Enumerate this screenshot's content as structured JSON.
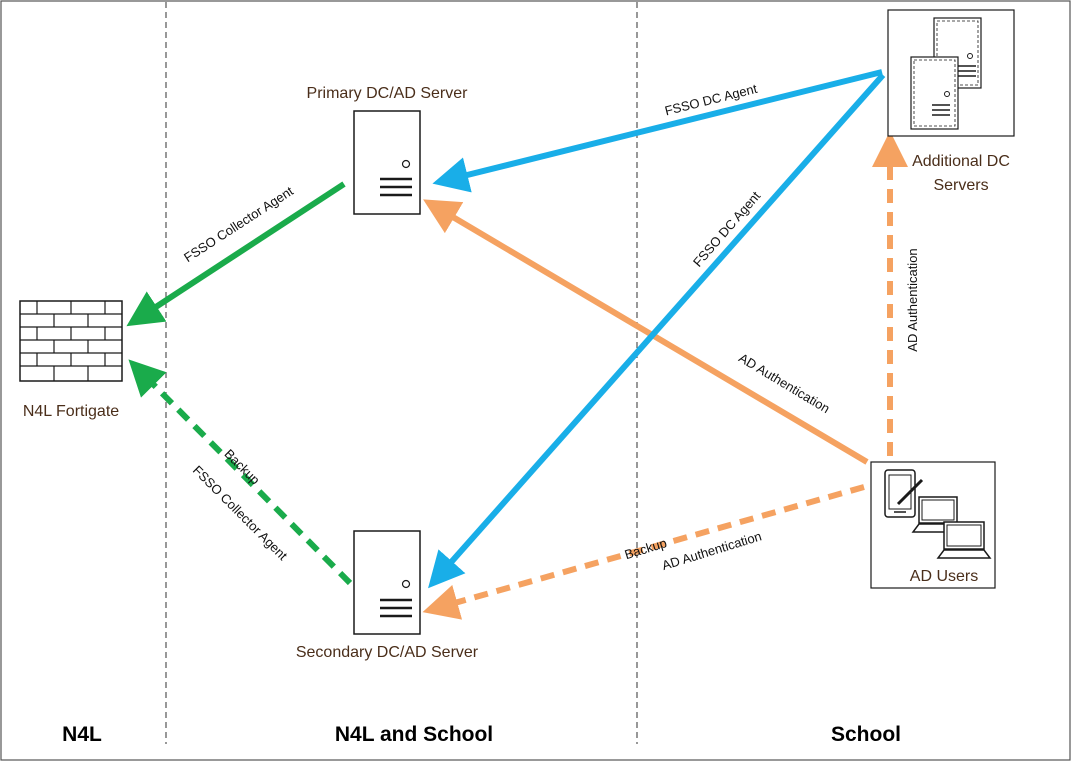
{
  "zones": {
    "left": "N4L",
    "middle": "N4L and School",
    "right": "School"
  },
  "nodes": {
    "fortigate": "N4L Fortigate",
    "primary": "Primary DC/AD Server",
    "secondary": "Secondary DC/AD Server",
    "additional_line1": "Additional DC",
    "additional_line2": "Servers",
    "users": "AD Users"
  },
  "edges": {
    "collector": "FSSO Collector Agent",
    "backup_collector_line1": "Backup",
    "backup_collector_line2": "FSSO Collector Agent",
    "dc_agent_top": "FSSO DC Agent",
    "dc_agent_diag": "FSSO DC Agent",
    "ad_auth": "AD Authentication",
    "ad_auth_vertical": "AD Authentication",
    "backup_ad_line1": "Backup",
    "backup_ad_line2": "AD Authentication"
  },
  "colors": {
    "green": "#1aab4b",
    "blue": "#19aee8",
    "orange": "#f5a261",
    "border": "#1a1a1a"
  }
}
